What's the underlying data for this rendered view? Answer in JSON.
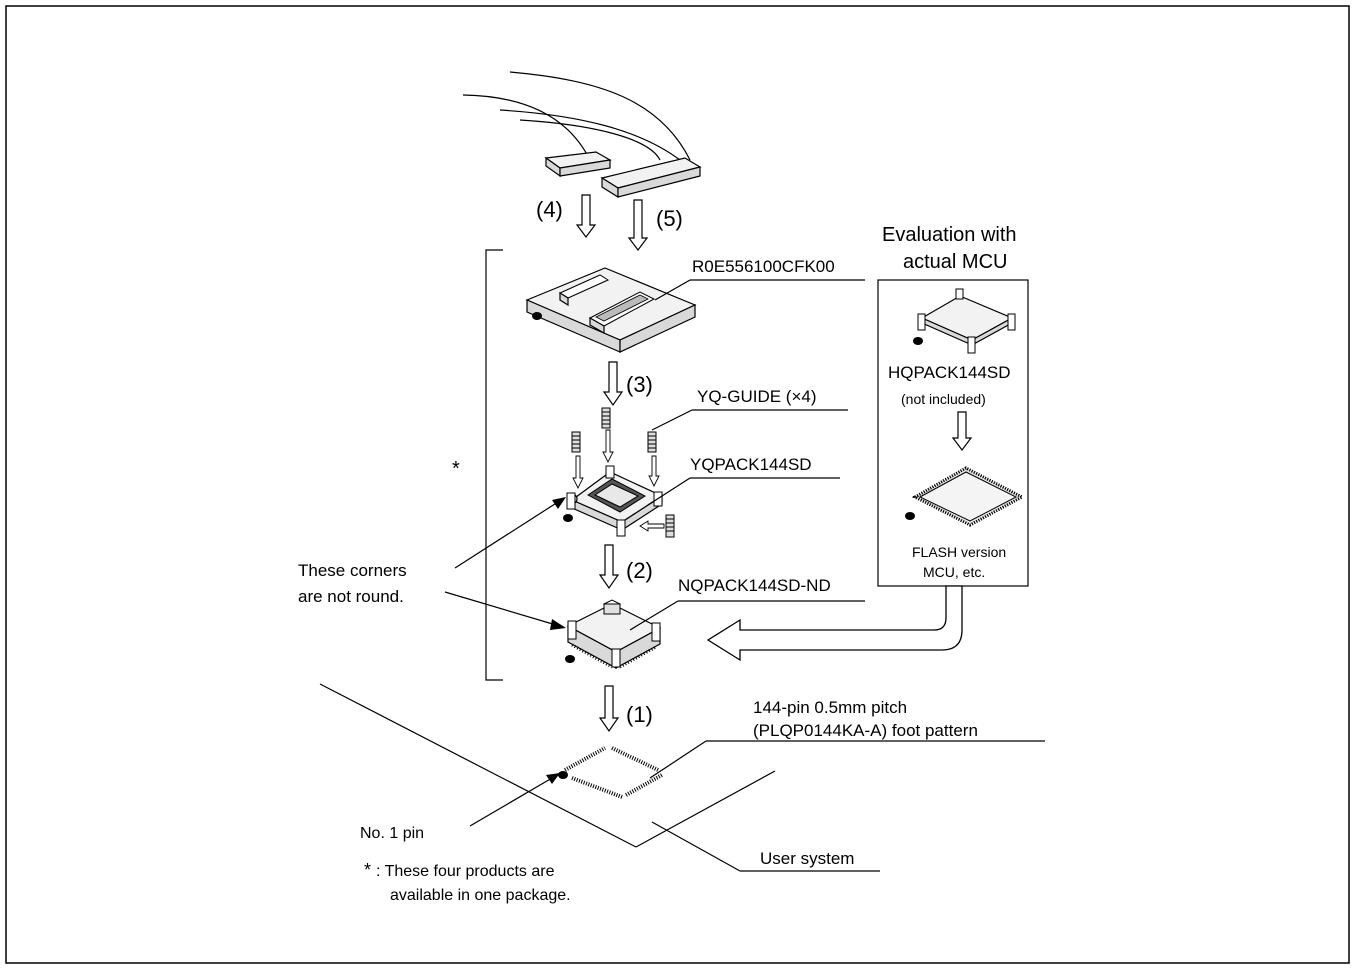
{
  "labels": {
    "step4": "(4)",
    "step5": "(5)",
    "step3": "(3)",
    "step2": "(2)",
    "step1": "(1)",
    "emulator_board": "R0E556100CFK00",
    "guide": "YQ-GUIDE (×4)",
    "yqpack": "YQPACK144SD",
    "nqpack": "NQPACK144SD-ND",
    "corners_line1": "These corners",
    "corners_line2": "are not round.",
    "foot_line1": "144-pin 0.5mm pitch",
    "foot_line2": "(PLQP0144KA-A) foot pattern",
    "no1pin": "No. 1 pin",
    "user_system": "User system",
    "star_mark": "*",
    "note_star": "*",
    "note_line1": ": These four products are",
    "note_line2": "available in one package."
  },
  "eval_box": {
    "title_line1": "Evaluation with",
    "title_line2": "actual MCU",
    "hqpack": "HQPACK144SD",
    "not_included": "(not included)",
    "flash_line1": "FLASH version",
    "flash_line2": "MCU, etc."
  }
}
